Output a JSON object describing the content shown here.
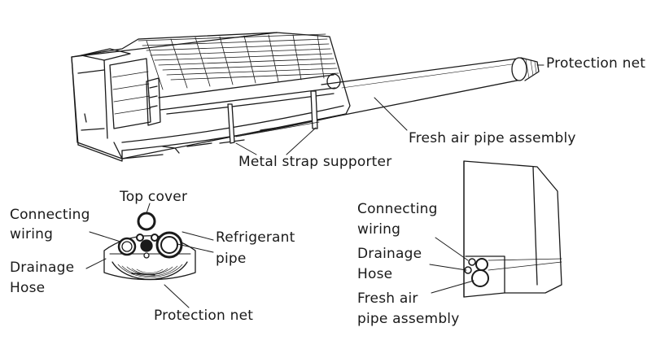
{
  "labels": {
    "protection_net_top": "Protection net",
    "fresh_air_pipe_assembly": "Fresh air pipe assembly",
    "metal_strap_supporter": "Metal strap supporter",
    "top_cover": "Top cover",
    "connecting_wiring_left": [
      "Connecting",
      "wiring"
    ],
    "drainage_hose_left": [
      "Drainage",
      "Hose"
    ],
    "refrigerant_pipe": [
      "Refrigerant",
      "pipe"
    ],
    "protection_net_bottom": "Protection net",
    "connecting_wiring_right": [
      "Connecting",
      "wiring"
    ],
    "drainage_hose_right": [
      "Drainage",
      "Hose"
    ],
    "fresh_air_pipe_assembly_right": [
      "Fresh air",
      "pipe assembly"
    ]
  },
  "colors": {
    "line": "#1a1a1a",
    "fill": "#ffffff",
    "shade": "#d9d9d9"
  }
}
